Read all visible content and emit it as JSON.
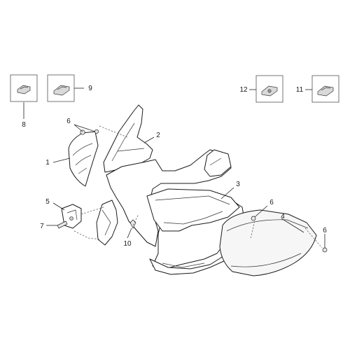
{
  "callouts": [
    "1",
    "2",
    "3",
    "4",
    "5",
    "6",
    "6",
    "6",
    "7",
    "8",
    "9",
    "10",
    "11",
    "12"
  ]
}
